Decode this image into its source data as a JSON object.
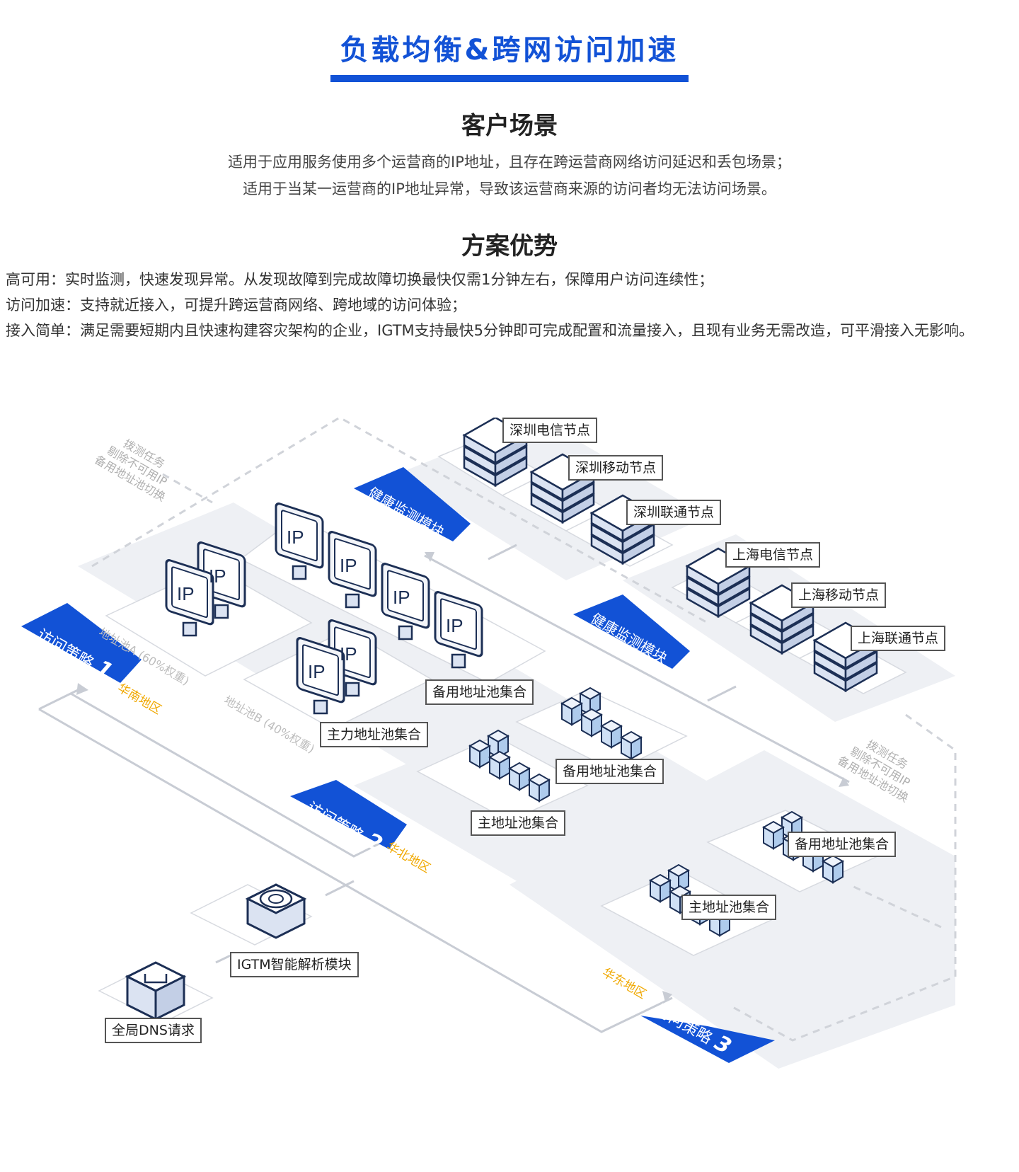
{
  "header": {
    "title": "负载均衡&跨网访问加速"
  },
  "scenario": {
    "heading": "客户场景",
    "lines": [
      "适用于应用服务使用多个运营商的IP地址，且存在跨运营商网络访问延迟和丢包场景；",
      "适用于当某一运营商的IP地址异常，导致该运营商来源的访问者均无法访问场景。"
    ]
  },
  "advantages": {
    "heading": "方案优势",
    "items": [
      "高可用：实时监测，快速发现异常。从发现故障到完成故障切换最快仅需1分钟左右，保障用户访问连续性；",
      "访问加速：支持就近接入，可提升跨运营商网络、跨地域的访问体验；",
      "接入简单：满足需要短期内且快速构建容灾架构的企业，IGTM支持最快5分钟即可完成配置和流量接入，且现有业务无需改造，可平滑接入无影响。"
    ]
  },
  "diagram": {
    "colors": {
      "accent": "#1252d6",
      "region": "#f0a800",
      "line": "#c8ccd4"
    },
    "probe_note": {
      "line1": "拨测任务",
      "line2": "剔除不可用IP",
      "line3": "备用地址池切换"
    },
    "health_module": "健康监测模块",
    "shenzhen_nodes": [
      "深圳电信节点",
      "深圳移动节点",
      "深圳联通节点"
    ],
    "shanghai_nodes": [
      "上海电信节点",
      "上海移动节点",
      "上海联通节点"
    ],
    "ip_label": "IP",
    "policies": [
      {
        "label": "访问策略",
        "num": "1",
        "region": "华南地区"
      },
      {
        "label": "访问策略",
        "num": "2",
        "region": "华北地区"
      },
      {
        "label": "访问策略",
        "num": "3",
        "region": "华东地区"
      }
    ],
    "pool_a": "地址池A (60%权重)",
    "pool_b": "地址池B (40%权重)",
    "backup_pool_set": "备用地址池集合",
    "main_pool_set_strong": "主力地址池集合",
    "main_pool_set": "主地址池集合",
    "igtm": "IGTM智能解析模块",
    "dns": "全局DNS请求"
  }
}
